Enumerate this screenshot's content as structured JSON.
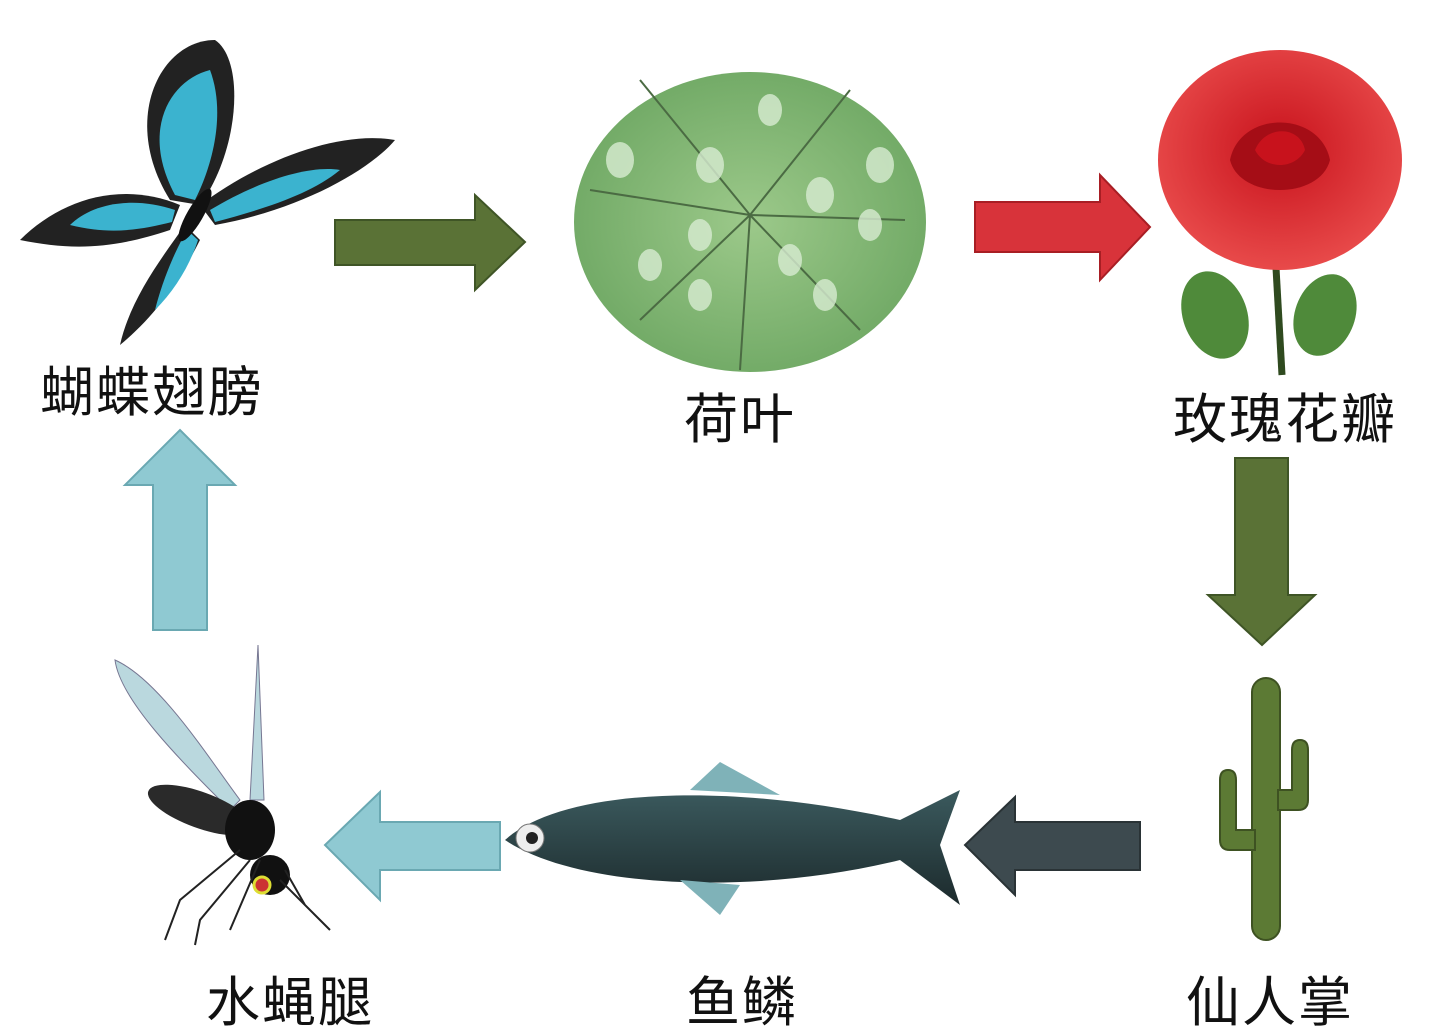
{
  "labels": {
    "butterfly": "蝴蝶翅膀",
    "lotus": "荷叶",
    "rose": "玫瑰花瓣",
    "cactus": "仙人掌",
    "fish": "鱼鳞",
    "water_strider": "水蝇腿"
  },
  "colors": {
    "green_arrow": "#5a7236",
    "red_arrow": "#d8333a",
    "dark_arrow": "#3d4a4f",
    "light_blue_arrow": "#8fc9d2"
  }
}
